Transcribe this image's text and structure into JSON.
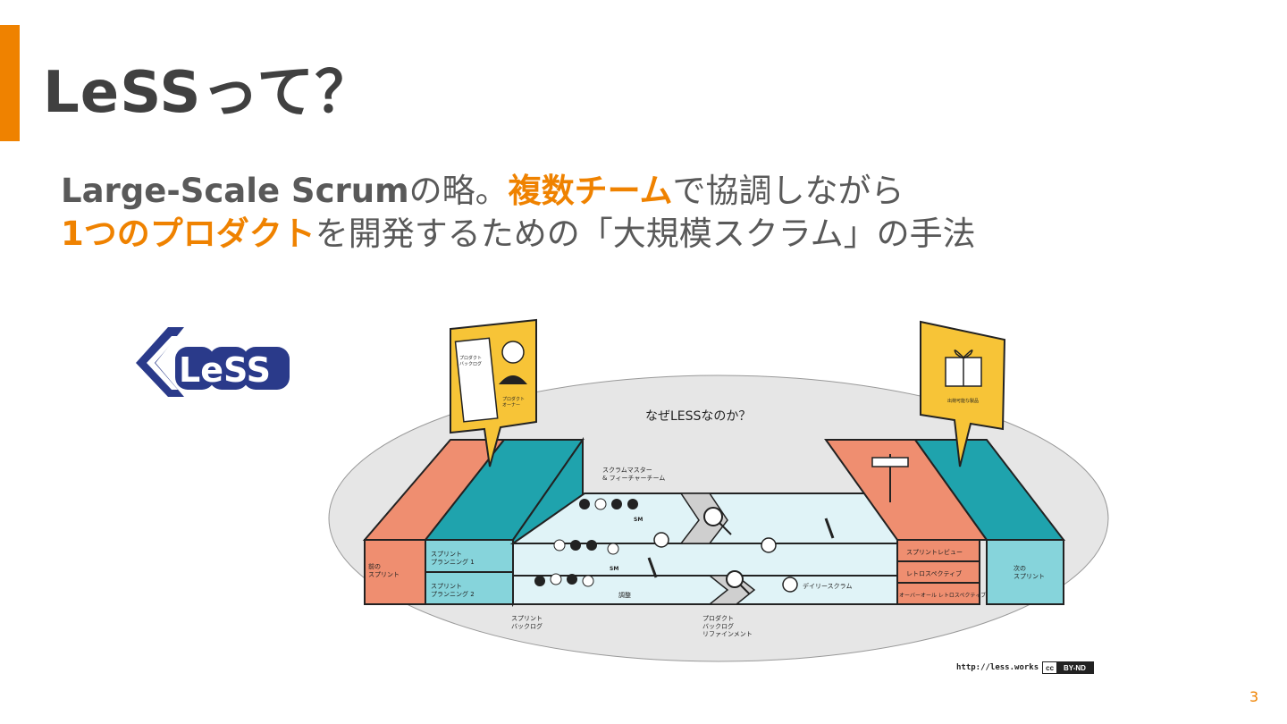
{
  "slide": {
    "title": "LeSSって？",
    "subtitle": {
      "line1": [
        {
          "text": "Large-Scale Scrum",
          "style": "strong"
        },
        {
          "text": "の略。",
          "style": "normal"
        },
        {
          "text": "複数チーム",
          "style": "highlight"
        },
        {
          "text": "で協調しながら",
          "style": "normal"
        }
      ],
      "line2": [
        {
          "text": "1つのプロダクト",
          "style": "highlight"
        },
        {
          "text": "を開発するための「大規模スクラム」の手法",
          "style": "normal"
        }
      ]
    },
    "page_number": "3",
    "accent_color": "#ef8200",
    "logo_text": "LeSS"
  },
  "diagram": {
    "heading": "なぜLESSなのか？",
    "labels": {
      "product_backlog": "プロダクト\nバックログ",
      "product_owner": "プロダクト\nオーナー",
      "potentially_shippable_product": "出荷可能な製品",
      "scrum_master_feature_team": "スクラムマスター\n& フィーチャーチーム",
      "previous_sprint": "前の\nスプリント",
      "next_sprint": "次の\nスプリント",
      "sprint_planning_1": "スプリント\nプランニング 1",
      "sprint_planning_2": "スプリント\nプランニング 2",
      "sprint_backlog": "スプリント\nバックログ",
      "product_backlog_refinement": "プロダクト\nバックログ\nリファインメント",
      "coordination": "調整",
      "daily_scrum": "デイリースクラム",
      "sprint_review": "スプリントレビュー",
      "retrospective": "レトロスペクティブ",
      "overall_retrospective": "オーバーオール レトロスペクティブ",
      "sm": "SM"
    }
  },
  "credit": {
    "url": "http://less.works",
    "cc": "cc",
    "license": "BY-ND"
  }
}
